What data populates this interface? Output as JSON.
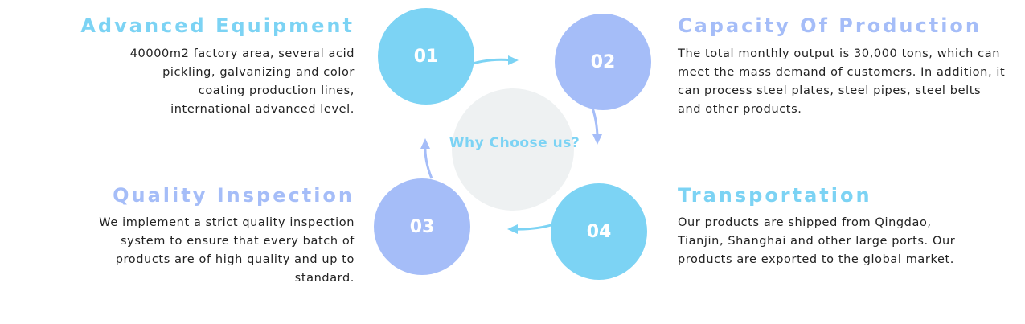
{
  "features": [
    {
      "title": "Advanced Equipment",
      "text": "40000m2 factory area, several acid pickling, galvanizing and color coating production lines, international advanced level.",
      "color": "#7cd3f4"
    },
    {
      "title": "Capacity Of Production",
      "text": "The total monthly output is 30,000 tons, which can meet the mass demand of customers. In addition, it can process steel plates, steel pipes, steel belts and other products.",
      "color": "#a5bdf8"
    },
    {
      "title": "Quality Inspection",
      "text": "We implement a strict quality inspection system to ensure that every batch of products are of high quality and up to standard.",
      "color": "#a5bdf8"
    },
    {
      "title": "Transportation",
      "text": "Our products are shipped from Qingdao, Tianjin, Shanghai and other large ports. Our products are exported to the global market.",
      "color": "#7cd3f4"
    }
  ],
  "cycle": {
    "center_label": "Why Choose us?",
    "steps": [
      "01",
      "02",
      "03",
      "04"
    ]
  },
  "colors": {
    "cyan": "#7cd3f4",
    "blue": "#a5bdf8",
    "center": "#eef1f2",
    "divider": "#e8e8e8"
  },
  "icons": [
    "arrow-icon"
  ]
}
